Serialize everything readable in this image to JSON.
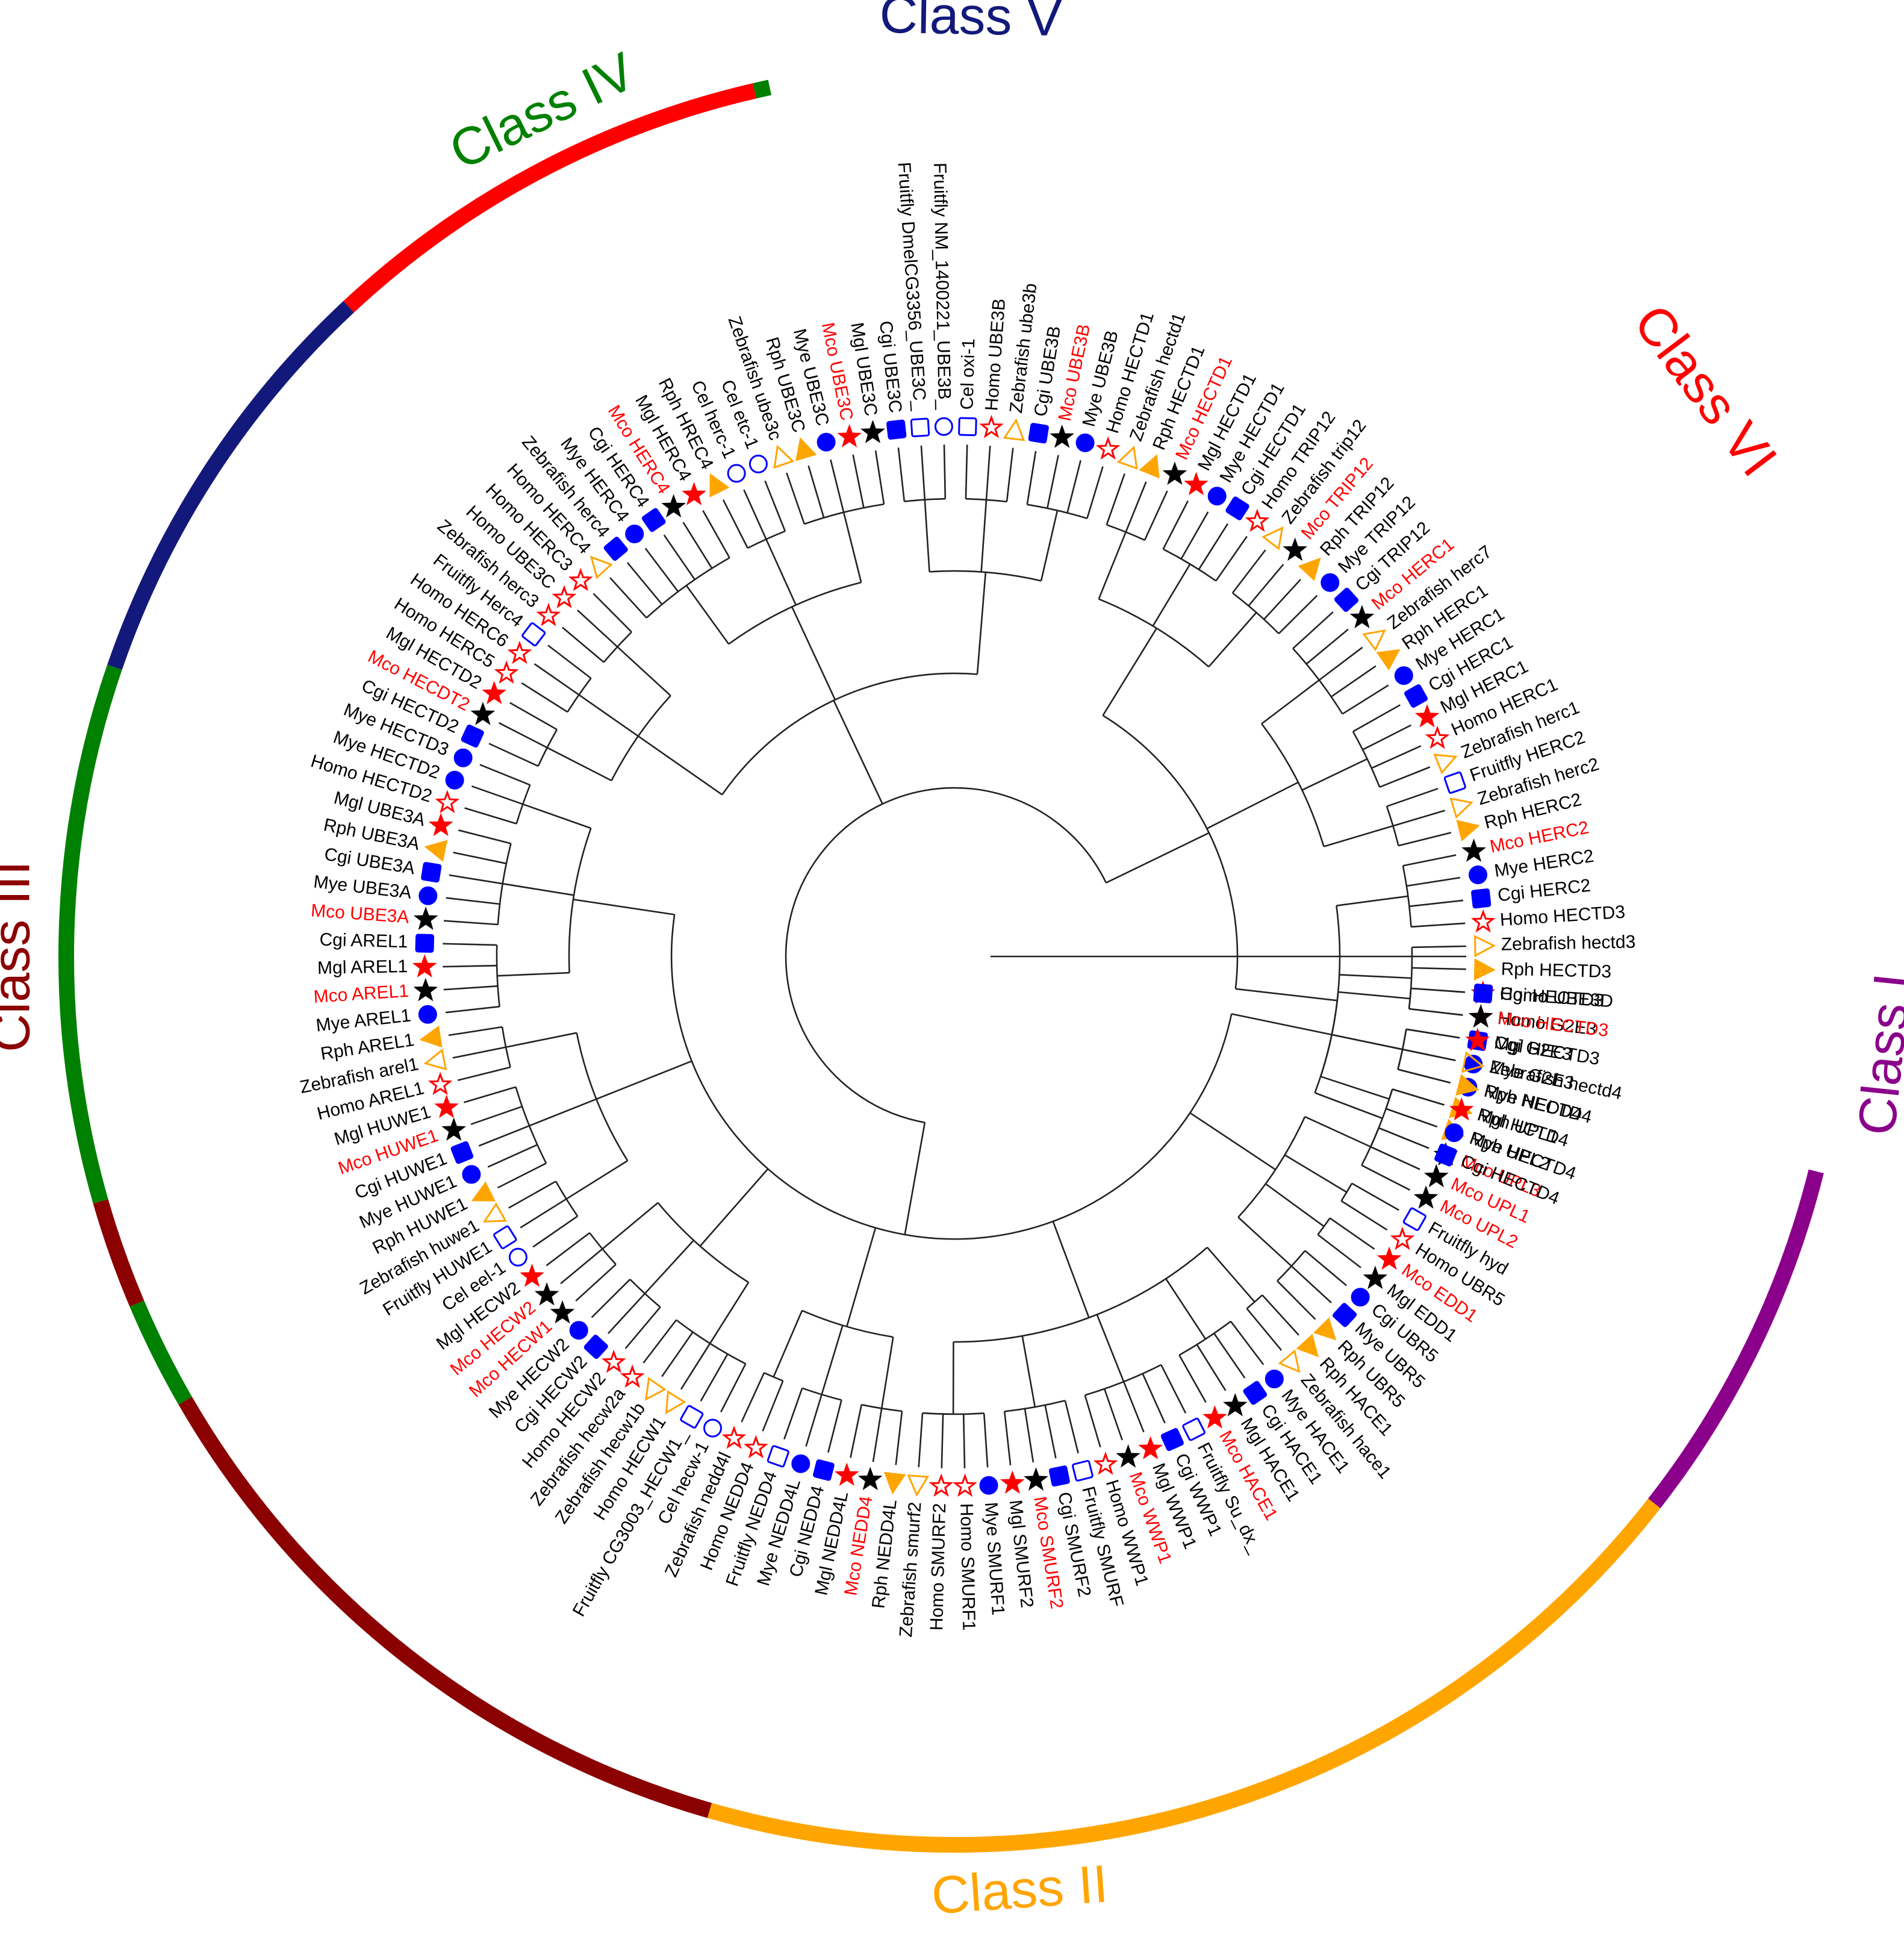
{
  "classes": [
    {
      "name": "Class I",
      "color": "#8B008B",
      "label_color": "#8B008B"
    },
    {
      "name": "Class II",
      "color": "#FFA500",
      "label_color": "#FFA500"
    },
    {
      "name": "Class III",
      "color": "#8B0000",
      "label_color": "#8B0000"
    },
    {
      "name": "Class IV",
      "color": "#008000",
      "label_color": "#008000"
    },
    {
      "name": "Class V",
      "color": "#13197A",
      "label_color": "#13197A"
    },
    {
      "name": "Class VI",
      "color": "#FF0000",
      "label_color": "#FF0000"
    }
  ],
  "arc_segments": [
    {
      "cls": "Class I",
      "from": 14,
      "to": 38
    },
    {
      "cls": "Class II",
      "from": 38,
      "to": 106
    },
    {
      "cls": "Class III",
      "from": 106,
      "to": 150
    },
    {
      "cls": "Class IV",
      "from": 150,
      "to": 157
    },
    {
      "cls": "Class III",
      "from": 157,
      "to": 164
    },
    {
      "cls": "Class IV",
      "from": 164,
      "to": 199
    },
    {
      "cls": "Class V",
      "from": 199,
      "to": 227
    },
    {
      "cls": "Class VI",
      "from": 227,
      "to": 257
    },
    {
      "cls": "Class IV",
      "from": 257,
      "to": 258
    }
  ],
  "marker_legend": {
    "Mco": {
      "shape": "star",
      "fill": "#FF0000",
      "stroke": "#FF0000"
    },
    "Mgl": {
      "shape": "star",
      "fill": "#000000",
      "stroke": "#000000"
    },
    "Mye": {
      "shape": "circle",
      "fill": "#0000FF",
      "stroke": "#0000FF"
    },
    "Cgi": {
      "shape": "square",
      "fill": "#0000FF",
      "stroke": "#0000FF"
    },
    "Rph": {
      "shape": "triangle",
      "fill": "#FFA500",
      "stroke": "#FFA500"
    },
    "Zebrafish": {
      "shape": "triangle",
      "fill": "none",
      "stroke": "#FFA500"
    },
    "Homo": {
      "shape": "star",
      "fill": "none",
      "stroke": "#FF0000"
    },
    "Fruitfly": {
      "shape": "square",
      "fill": "none",
      "stroke": "#0000FF"
    },
    "Cel": {
      "shape": "circle",
      "fill": "none",
      "stroke": "#0000FF"
    }
  },
  "leaves": [
    {
      "label": "Homo UBE3D",
      "species": "Homo",
      "highlight": false
    },
    {
      "label": "Homo G2E3",
      "species": "Homo",
      "highlight": false
    },
    {
      "label": "Cgi G2E3",
      "species": "Cgi",
      "highlight": false
    },
    {
      "label": "Mye G2E3",
      "species": "Mye",
      "highlight": false
    },
    {
      "label": "Mye NEDD4",
      "species": "Mye",
      "highlight": false
    },
    {
      "label": "Rph UPL1",
      "species": "Rph",
      "highlight": false
    },
    {
      "label": "Rph UPL2",
      "species": "Rph",
      "highlight": false
    },
    {
      "label": "Mco UPL3",
      "species": "Mgl",
      "highlight": true
    },
    {
      "label": "Mco UPL1",
      "species": "Mgl",
      "highlight": true
    },
    {
      "label": "Mco UPL2",
      "species": "Mgl",
      "highlight": true
    },
    {
      "label": "Fruitfly hyd",
      "species": "Fruitfly",
      "highlight": false
    },
    {
      "label": "Homo UBR5",
      "species": "Homo",
      "highlight": false
    },
    {
      "label": "Mco EDD1",
      "species": "Mco",
      "highlight": true
    },
    {
      "label": "Mgl EDD1",
      "species": "Mgl",
      "highlight": false
    },
    {
      "label": "Cgi UBR5",
      "species": "Mye",
      "highlight": false
    },
    {
      "label": "Mye UBR5",
      "species": "Cgi",
      "highlight": false
    },
    {
      "label": "Rph UBR5",
      "species": "Rph",
      "highlight": false
    },
    {
      "label": "Rph HACE1",
      "species": "Rph",
      "highlight": false
    },
    {
      "label": "Zebrafish hace1",
      "species": "Zebrafish",
      "highlight": false
    },
    {
      "label": "Mye HACE1",
      "species": "Mye",
      "highlight": false
    },
    {
      "label": "Cgi HACE1",
      "species": "Cgi",
      "highlight": false
    },
    {
      "label": "Mgl HACE1",
      "species": "Mgl",
      "highlight": false
    },
    {
      "label": "Mco HACE1",
      "species": "Mco",
      "highlight": true
    },
    {
      "label": "Fruitfly Su_dx_",
      "species": "Fruitfly",
      "highlight": false
    },
    {
      "label": "Cgi WWP1",
      "species": "Cgi",
      "highlight": false
    },
    {
      "label": "Mgl WWP1",
      "species": "Mco",
      "highlight": false
    },
    {
      "label": "Mco WWP1",
      "species": "Mgl",
      "highlight": true
    },
    {
      "label": "Homo WWP1",
      "species": "Homo",
      "highlight": false
    },
    {
      "label": "Fruitfly SMURF",
      "species": "Fruitfly",
      "highlight": false
    },
    {
      "label": "Cgi SMURF2",
      "species": "Cgi",
      "highlight": false
    },
    {
      "label": "Mco SMURF2",
      "species": "Mgl",
      "highlight": true
    },
    {
      "label": "Mgl SMURF2",
      "species": "Mco",
      "highlight": false
    },
    {
      "label": "Mye SMURF1",
      "species": "Mye",
      "highlight": false
    },
    {
      "label": "Homo SMURF1",
      "species": "Homo",
      "highlight": false
    },
    {
      "label": "Homo SMURF2",
      "species": "Homo",
      "highlight": false
    },
    {
      "label": "Zebrafish smurf2",
      "species": "Zebrafish",
      "highlight": false
    },
    {
      "label": "Rph NEDD4L",
      "species": "Rph",
      "highlight": false
    },
    {
      "label": "Mco NEDD4",
      "species": "Mgl",
      "highlight": true
    },
    {
      "label": "Mgl NEDD4L",
      "species": "Mco",
      "highlight": false
    },
    {
      "label": "Cgi NEDD4",
      "species": "Cgi",
      "highlight": false
    },
    {
      "label": "Mye NEDD4L",
      "species": "Mye",
      "highlight": false
    },
    {
      "label": "Fruitfly NEDD4",
      "species": "Fruitfly",
      "highlight": false
    },
    {
      "label": "Homo NEDD4",
      "species": "Homo",
      "highlight": false
    },
    {
      "label": "Zebrafish nedd4l",
      "species": "Homo",
      "highlight": false
    },
    {
      "label": "Cel hecw-1",
      "species": "Cel",
      "highlight": false
    },
    {
      "label": "Fruitfly CG3003_HECW1_",
      "species": "Fruitfly",
      "highlight": false
    },
    {
      "label": "Homo HECW1",
      "species": "Zebrafish",
      "highlight": false
    },
    {
      "label": "Zebrafish hecw1b",
      "species": "Zebrafish",
      "highlight": false
    },
    {
      "label": "Zebrafish hecw2a",
      "species": "Homo",
      "highlight": false
    },
    {
      "label": "Homo HECW2",
      "species": "Homo",
      "highlight": false
    },
    {
      "label": "Cgi HECW2",
      "species": "Cgi",
      "highlight": false
    },
    {
      "label": "Mye HECW2",
      "species": "Mye",
      "highlight": false
    },
    {
      "label": "Mco HECW1",
      "species": "Mgl",
      "highlight": true
    },
    {
      "label": "Mco HECW2",
      "species": "Mgl",
      "highlight": true
    },
    {
      "label": "Mgl HECW2",
      "species": "Mco",
      "highlight": false
    },
    {
      "label": "Cel eel-1",
      "species": "Cel",
      "highlight": false
    },
    {
      "label": "Fruitfly HUWE1",
      "species": "Fruitfly",
      "highlight": false
    },
    {
      "label": "Zebrafish huwe1",
      "species": "Zebrafish",
      "highlight": false
    },
    {
      "label": "Rph HUWE1",
      "species": "Rph",
      "highlight": false
    },
    {
      "label": "Mye HUWE1",
      "species": "Mye",
      "highlight": false
    },
    {
      "label": "Cgi HUWE1",
      "species": "Cgi",
      "highlight": false
    },
    {
      "label": "Mco HUWE1",
      "species": "Mgl",
      "highlight": true
    },
    {
      "label": "Mgl HUWE1",
      "species": "Mco",
      "highlight": false
    },
    {
      "label": "Homo AREL1",
      "species": "Homo",
      "highlight": false
    },
    {
      "label": "Zebrafish arel1",
      "species": "Zebrafish",
      "highlight": false
    },
    {
      "label": "Rph AREL1",
      "species": "Rph",
      "highlight": false
    },
    {
      "label": "Mye AREL1",
      "species": "Mye",
      "highlight": false
    },
    {
      "label": "Mco AREL1",
      "species": "Mgl",
      "highlight": true
    },
    {
      "label": "Mgl AREL1",
      "species": "Mco",
      "highlight": false
    },
    {
      "label": "Cgi AREL1",
      "species": "Cgi",
      "highlight": false
    },
    {
      "label": "Mco UBE3A",
      "species": "Mgl",
      "highlight": true
    },
    {
      "label": "Mye UBE3A",
      "species": "Mye",
      "highlight": false
    },
    {
      "label": "Cgi UBE3A",
      "species": "Cgi",
      "highlight": false
    },
    {
      "label": "Rph UBE3A",
      "species": "Rph",
      "highlight": false
    },
    {
      "label": "Mgl UBE3A",
      "species": "Mco",
      "highlight": false
    },
    {
      "label": "Homo HECTD2",
      "species": "Homo",
      "highlight": false
    },
    {
      "label": "Mye HECTD2",
      "species": "Mye",
      "highlight": false
    },
    {
      "label": "Mye HECTD3",
      "species": "Mye",
      "highlight": false
    },
    {
      "label": "Cgi HECTD2",
      "species": "Cgi",
      "highlight": false
    },
    {
      "label": "Mco HECDT2",
      "species": "Mgl",
      "highlight": true
    },
    {
      "label": "Mgl HECTD2",
      "species": "Mco",
      "highlight": false
    },
    {
      "label": "Homo HERC5",
      "species": "Homo",
      "highlight": false
    },
    {
      "label": "Homo HERC6",
      "species": "Homo",
      "highlight": false
    },
    {
      "label": "Fruitfly Herc4",
      "species": "Fruitfly",
      "highlight": false
    },
    {
      "label": "Zebrafish herc3",
      "species": "Homo",
      "highlight": false
    },
    {
      "label": "Homo UBE3C",
      "species": "Homo",
      "highlight": false
    },
    {
      "label": "Homo HERC3",
      "species": "Homo",
      "highlight": false
    },
    {
      "label": "Homo HERC4",
      "species": "Zebrafish",
      "highlight": false
    },
    {
      "label": "Zebrafish herc4",
      "species": "Cgi",
      "highlight": false
    },
    {
      "label": "Mye HERC4",
      "species": "Mye",
      "highlight": false
    },
    {
      "label": "Cgi HERC4",
      "species": "Cgi",
      "highlight": false
    },
    {
      "label": "Mco HERC4",
      "species": "Mgl",
      "highlight": true
    },
    {
      "label": "Mgl HERC4",
      "species": "Mco",
      "highlight": false
    },
    {
      "label": "Rph HREC4",
      "species": "Rph",
      "highlight": false
    },
    {
      "label": "Cel herc-1",
      "species": "Cel",
      "highlight": false
    },
    {
      "label": "Cel etc-1",
      "species": "Cel",
      "highlight": false
    },
    {
      "label": "Zebrafish ube3c",
      "species": "Zebrafish",
      "highlight": false
    },
    {
      "label": "Rph UBE3C",
      "species": "Rph",
      "highlight": false
    },
    {
      "label": "Mye UBE3C",
      "species": "Mye",
      "highlight": false
    },
    {
      "label": "Mco UBE3C",
      "species": "Mco",
      "highlight": true
    },
    {
      "label": "Mgl UBE3C",
      "species": "Mgl",
      "highlight": false
    },
    {
      "label": "Cgi UBE3C",
      "species": "Cgi",
      "highlight": false
    },
    {
      "label": "Fruitfly DmelCG3356_UBE3C_",
      "species": "Fruitfly",
      "highlight": false
    },
    {
      "label": "Fruitfly NM_1400221_UBE3B_",
      "species": "Cel",
      "highlight": false
    },
    {
      "label": "Cel oxi-1",
      "species": "Fruitfly",
      "highlight": false
    },
    {
      "label": "Homo UBE3B",
      "species": "Homo",
      "highlight": false
    },
    {
      "label": "Zebrafish ube3b",
      "species": "Zebrafish",
      "highlight": false
    },
    {
      "label": "Cgi UBE3B",
      "species": "Cgi",
      "highlight": false
    },
    {
      "label": "Mco UBE3B",
      "species": "Mgl",
      "highlight": true
    },
    {
      "label": "Mye UBE3B",
      "species": "Mye",
      "highlight": false
    },
    {
      "label": "Homo HECTD1",
      "species": "Homo",
      "highlight": false
    },
    {
      "label": "Zebrafish hectd1",
      "species": "Zebrafish",
      "highlight": false
    },
    {
      "label": "Rph HECTD1",
      "species": "Rph",
      "highlight": false
    },
    {
      "label": "Mco HECTD1",
      "species": "Mgl",
      "highlight": true
    },
    {
      "label": "Mgl HECTD1",
      "species": "Mco",
      "highlight": false
    },
    {
      "label": "Mye HECTD1",
      "species": "Mye",
      "highlight": false
    },
    {
      "label": "Cgi HECTD1",
      "species": "Cgi",
      "highlight": false
    },
    {
      "label": "Homo TRIP12",
      "species": "Homo",
      "highlight": false
    },
    {
      "label": "Zebrafish trip12",
      "species": "Zebrafish",
      "highlight": false
    },
    {
      "label": "Mco TRIP12",
      "species": "Mgl",
      "highlight": true
    },
    {
      "label": "Rph TRIP12",
      "species": "Rph",
      "highlight": false
    },
    {
      "label": "Mye TRIP12",
      "species": "Mye",
      "highlight": false
    },
    {
      "label": "Cgi TRIP12",
      "species": "Cgi",
      "highlight": false
    },
    {
      "label": "Mco HERC1",
      "species": "Mgl",
      "highlight": true
    },
    {
      "label": "Zebrafish herc7",
      "species": "Zebrafish",
      "highlight": false
    },
    {
      "label": "Rph HERC1",
      "species": "Rph",
      "highlight": false
    },
    {
      "label": "Mye HERC1",
      "species": "Mye",
      "highlight": false
    },
    {
      "label": "Cgi HERC1",
      "species": "Cgi",
      "highlight": false
    },
    {
      "label": "Mgl HERC1",
      "species": "Mco",
      "highlight": false
    },
    {
      "label": "Homo HERC1",
      "species": "Homo",
      "highlight": false
    },
    {
      "label": "Zebrafish herc1",
      "species": "Zebrafish",
      "highlight": false
    },
    {
      "label": "Fruitfly HERC2",
      "species": "Fruitfly",
      "highlight": false
    },
    {
      "label": "Zebrafish herc2",
      "species": "Zebrafish",
      "highlight": false
    },
    {
      "label": "Rph HERC2",
      "species": "Rph",
      "highlight": false
    },
    {
      "label": "Mco HERC2",
      "species": "Mgl",
      "highlight": true
    },
    {
      "label": "Mye HERC2",
      "species": "Mye",
      "highlight": false
    },
    {
      "label": "Cgi HERC2",
      "species": "Cgi",
      "highlight": false
    },
    {
      "label": "Homo HECTD3",
      "species": "Homo",
      "highlight": false
    },
    {
      "label": "Zebrafish hectd3",
      "species": "Zebrafish",
      "highlight": false
    },
    {
      "label": "Rph HECTD3",
      "species": "Rph",
      "highlight": false
    },
    {
      "label": "Cgi HECTD3",
      "species": "Cgi",
      "highlight": false
    },
    {
      "label": "Mco HECTD3",
      "species": "Mgl",
      "highlight": true
    },
    {
      "label": "Mgl HECTD3",
      "species": "Mco",
      "highlight": false
    },
    {
      "label": "Zebrafish hectd4",
      "species": "Zebrafish",
      "highlight": false
    },
    {
      "label": "Rph HECTD4",
      "species": "Rph",
      "highlight": false
    },
    {
      "label": "Mgl HCTD4",
      "species": "Mco",
      "highlight": false
    },
    {
      "label": "Mye HECTD4",
      "species": "Mye",
      "highlight": false
    },
    {
      "label": "Cgi HECTD4",
      "species": "Cgi",
      "highlight": false
    }
  ]
}
